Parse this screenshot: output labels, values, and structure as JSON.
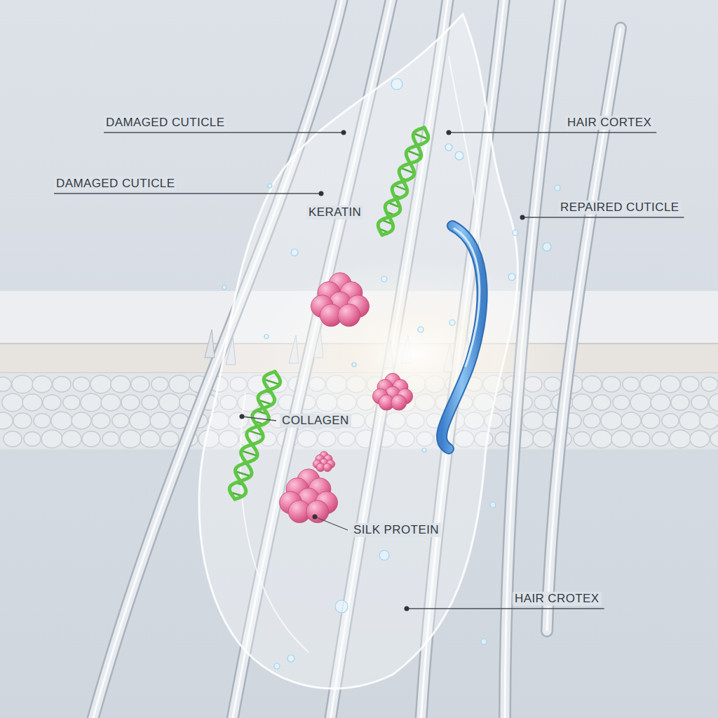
{
  "diagram": {
    "labels": [
      "DAMAGED CUTICLE",
      "HAIR CORTEX",
      "DAMAGED CUTICLE",
      "REPAIRED CUTICLE",
      "KERATIN",
      "COLLAGEN",
      "SILK PROTEIN",
      "HAIR CROTEX"
    ]
  }
}
